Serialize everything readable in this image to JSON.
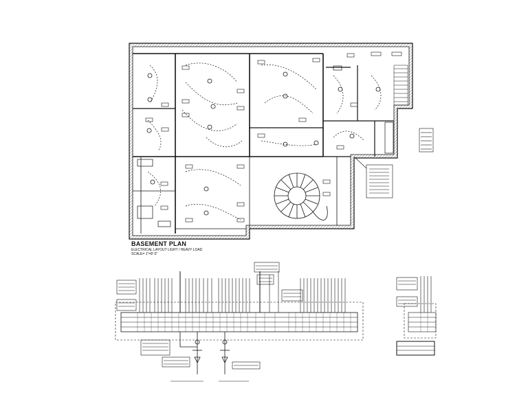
{
  "plan": {
    "title": "BASEMENT PLAN",
    "subtitle": "ELECTRICAL LAYOUT LIGHT / HEAVY LOAD",
    "scale": "SCALE= 1\"=8'-0\""
  },
  "colors": {
    "ink": "#111111",
    "paper": "#ffffff",
    "hatch": "#555555"
  },
  "icons": [
    "stair-spiral-icon",
    "light-fixture-icon",
    "switch-icon",
    "panel-icon"
  ]
}
